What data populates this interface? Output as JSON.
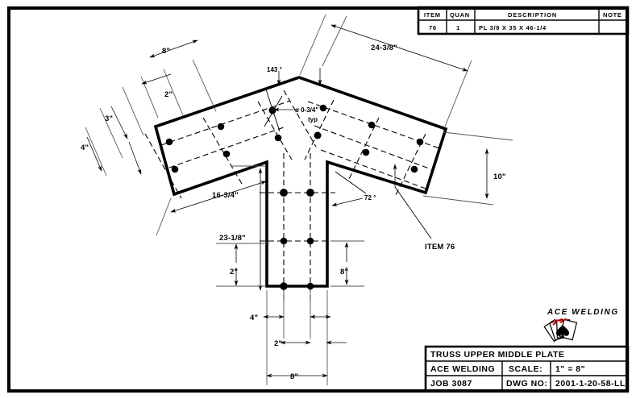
{
  "sheet": {
    "background": "#ffffff",
    "line_color": "#000000"
  },
  "bill_of_materials": {
    "headers": [
      "ITEM",
      "QUAN",
      "DESCRIPTION",
      "NOTE"
    ],
    "rows": [
      {
        "item": "76",
        "quan": "1",
        "description": "PL 3/8 X 35 X 46-1/4",
        "note": ""
      }
    ]
  },
  "title_block": {
    "drawing_title": "TRUSS UPPER MIDDLE PLATE",
    "company": "ACE WELDING",
    "job_label": "JOB 3087",
    "scale_label": "SCALE:",
    "scale_value": "1\" = 8\"",
    "dwg_label": "DWG NO:",
    "dwg_value": "2001-1-20-58-LL"
  },
  "logo": {
    "text": "ACE WELDING",
    "icon": "playing-cards-spade-icon"
  },
  "annotations": {
    "hole_callout_line1": "ø 0-3/4\"",
    "hole_callout_line2": "typ",
    "item_callout": "ITEM 76",
    "angle_top": "143 °",
    "angle_notch": "72 °"
  },
  "dimensions": {
    "top_left_8": "8\"",
    "top_left_2": "2\"",
    "left_3": "3\"",
    "left_4": "4\"",
    "top_right_24_38": "24-3/8\"",
    "right_10": "10\"",
    "mid_16_34": "16-3/4\"",
    "mid_23_18": "23-1/8\"",
    "lower_left_2": "2\"",
    "lower_right_8": "8\"",
    "bottom_4": "4\"",
    "bottom_2": "2\"",
    "bottom_8": "8\""
  },
  "chart_data": {
    "type": "table",
    "title": "TRUSS UPPER MIDDLE PLATE"
  }
}
